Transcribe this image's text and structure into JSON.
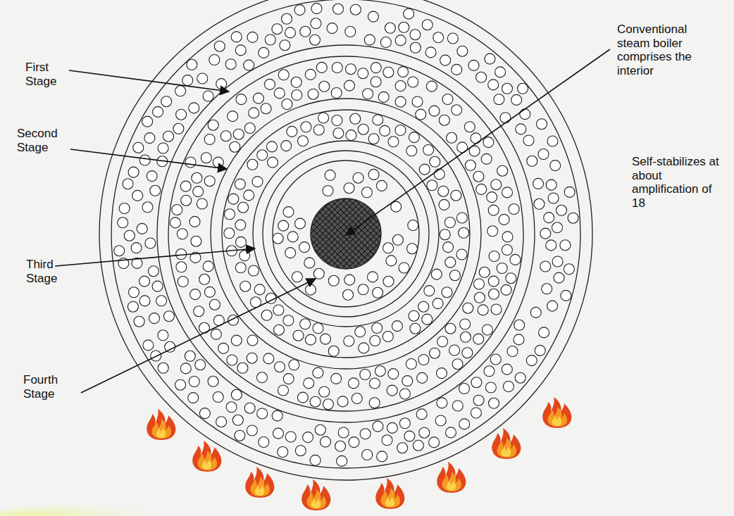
{
  "diagram": {
    "labels": [
      "First Stage",
      "Second Stage",
      "Third Stage",
      "Fourth Stage",
      "Conventional steam boiler comprises the interior",
      "Self-stabilizes at about amplification of 18"
    ]
  }
}
